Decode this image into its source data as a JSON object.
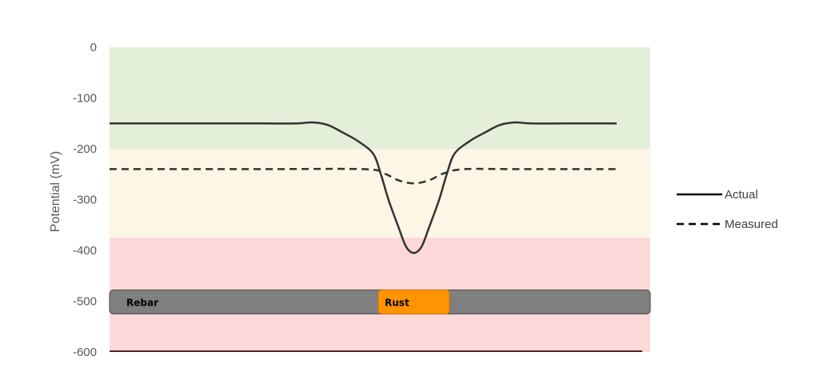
{
  "chart_data": {
    "type": "line",
    "title": "",
    "ylabel": "Potential (mV)",
    "xlabel": "",
    "ylim": [
      -600,
      0
    ],
    "yticks": [
      0,
      -100,
      -200,
      -300,
      -400,
      -500,
      -600
    ],
    "grid": false,
    "legend_position": "right",
    "zones": [
      {
        "from": 0,
        "to": -200,
        "color": "#e3efd9"
      },
      {
        "from": -200,
        "to": -375,
        "color": "#fdf6e4"
      },
      {
        "from": -375,
        "to": -600,
        "color": "#fdd8d8"
      }
    ],
    "x_range": [
      0,
      100
    ],
    "series": [
      {
        "name": "Actual",
        "style": "solid",
        "color": "#333333",
        "points": [
          [
            0,
            -150
          ],
          [
            10,
            -150
          ],
          [
            20,
            -150
          ],
          [
            30,
            -150
          ],
          [
            37,
            -150
          ],
          [
            40,
            -148
          ],
          [
            43,
            -153
          ],
          [
            46,
            -168
          ],
          [
            49,
            -185
          ],
          [
            52,
            -210
          ],
          [
            53.5,
            -250
          ],
          [
            55,
            -300
          ],
          [
            57,
            -355
          ],
          [
            58.5,
            -393
          ],
          [
            60,
            -405
          ],
          [
            61.5,
            -393
          ],
          [
            63,
            -355
          ],
          [
            65,
            -300
          ],
          [
            66.5,
            -250
          ],
          [
            68,
            -210
          ],
          [
            71,
            -185
          ],
          [
            74,
            -168
          ],
          [
            77,
            -153
          ],
          [
            80,
            -148
          ],
          [
            83,
            -150
          ],
          [
            90,
            -150
          ],
          [
            100,
            -150
          ]
        ]
      },
      {
        "name": "Measured",
        "style": "dashed",
        "color": "#333333",
        "points": [
          [
            0,
            -240
          ],
          [
            30,
            -240
          ],
          [
            50,
            -240
          ],
          [
            54,
            -248
          ],
          [
            57,
            -262
          ],
          [
            60,
            -268
          ],
          [
            63,
            -262
          ],
          [
            66,
            -248
          ],
          [
            70,
            -240
          ],
          [
            80,
            -240
          ],
          [
            100,
            -240
          ]
        ]
      }
    ],
    "bar": {
      "label": "Rebar",
      "value_top": -478,
      "value_bottom": -525,
      "color": "#7f7f7f"
    },
    "rust": {
      "label": "Rust",
      "x_from": 53,
      "x_to": 67,
      "color": "#ff9300"
    }
  },
  "legend": {
    "items": [
      {
        "label": "Actual",
        "style": "solid"
      },
      {
        "label": "Measured",
        "style": "dashed"
      }
    ]
  }
}
